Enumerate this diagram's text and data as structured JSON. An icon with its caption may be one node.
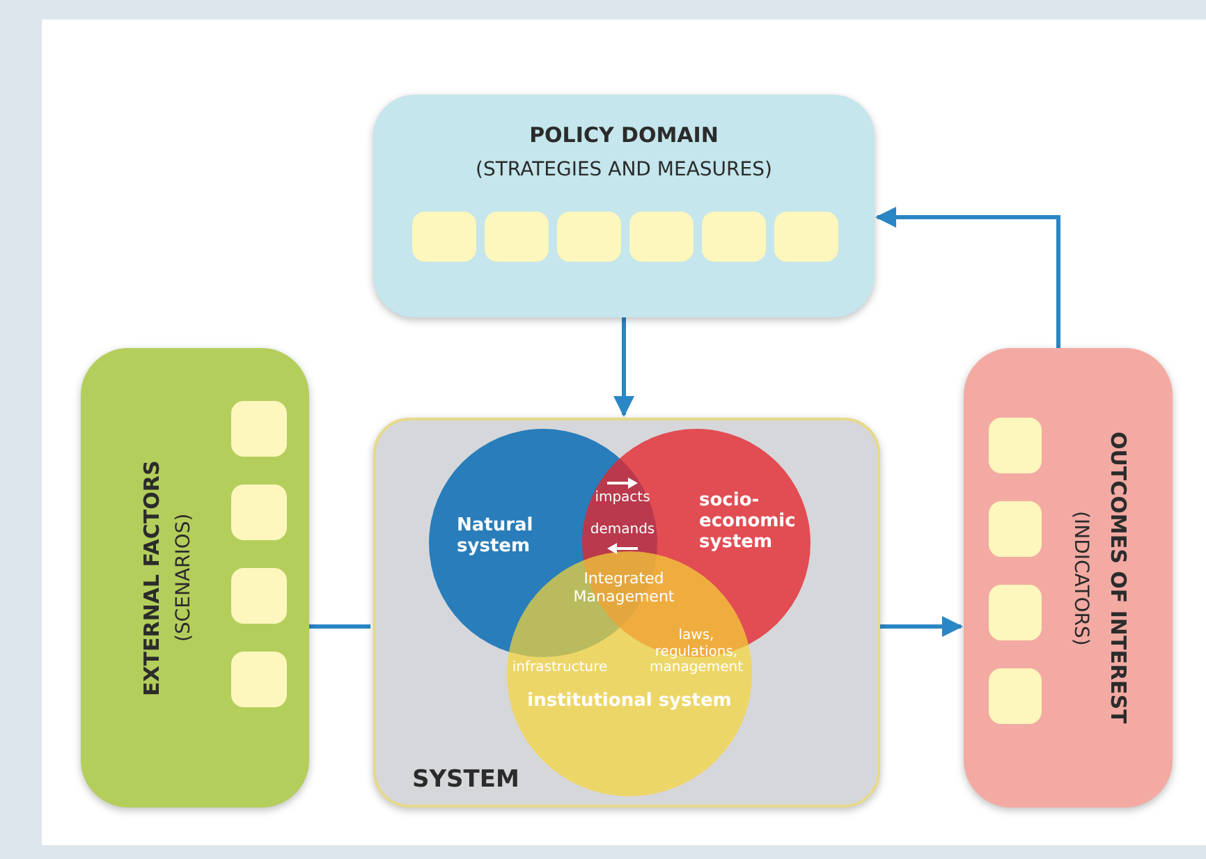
{
  "diagram": {
    "nodes": [
      {
        "text": [
          "POLICY DOMAIN",
          "(STRATEGIES AND MEASURES)"
        ]
      },
      {
        "text": [],
        "shape": "box",
        "in": 0
      },
      {
        "text": [],
        "shape": "box",
        "in": 0
      },
      {
        "text": [],
        "shape": "box",
        "in": 0
      },
      {
        "text": [],
        "shape": "box",
        "in": 0
      },
      {
        "text": [],
        "shape": "box",
        "in": 0
      },
      {
        "text": [],
        "shape": "box",
        "in": 0
      },
      {
        "text": [
          "EXTERNAL FACTORS",
          "(SCENARIOS)"
        ]
      },
      {
        "text": [],
        "shape": "box",
        "in": 7
      },
      {
        "text": [],
        "shape": "box",
        "in": 7
      },
      {
        "text": [],
        "shape": "box",
        "in": 7
      },
      {
        "text": [],
        "shape": "box",
        "in": 7
      },
      {
        "text": [
          "SYSTEM"
        ]
      },
      {
        "text": [
          "Natural system"
        ],
        "in": 12
      },
      {
        "text": [
          "socio-economic system"
        ],
        "in": 12
      },
      {
        "text": [
          "institutional system"
        ],
        "in": 12
      },
      {
        "text": [
          "OUTCOMES OF INTEREST",
          "(INDICATORS)"
        ]
      },
      {
        "text": [],
        "shape": "box",
        "in": 16
      },
      {
        "text": [],
        "shape": "box",
        "in": 16
      },
      {
        "text": [],
        "shape": "box",
        "in": 16
      },
      {
        "text": [],
        "shape": "box",
        "in": 16
      }
    ],
    "edges": [
      {
        "from": 0,
        "to": 12,
        "arrow": "to"
      },
      {
        "from": 7,
        "to": 12,
        "arrow": "none"
      },
      {
        "from": 12,
        "to": 16,
        "arrow": "to"
      },
      {
        "from": 16,
        "to": 0,
        "arrow": "to"
      }
    ],
    "labels": [
      "impacts",
      "demands",
      "Integrated Management",
      "infrastructure",
      "laws, regulations, management"
    ]
  }
}
